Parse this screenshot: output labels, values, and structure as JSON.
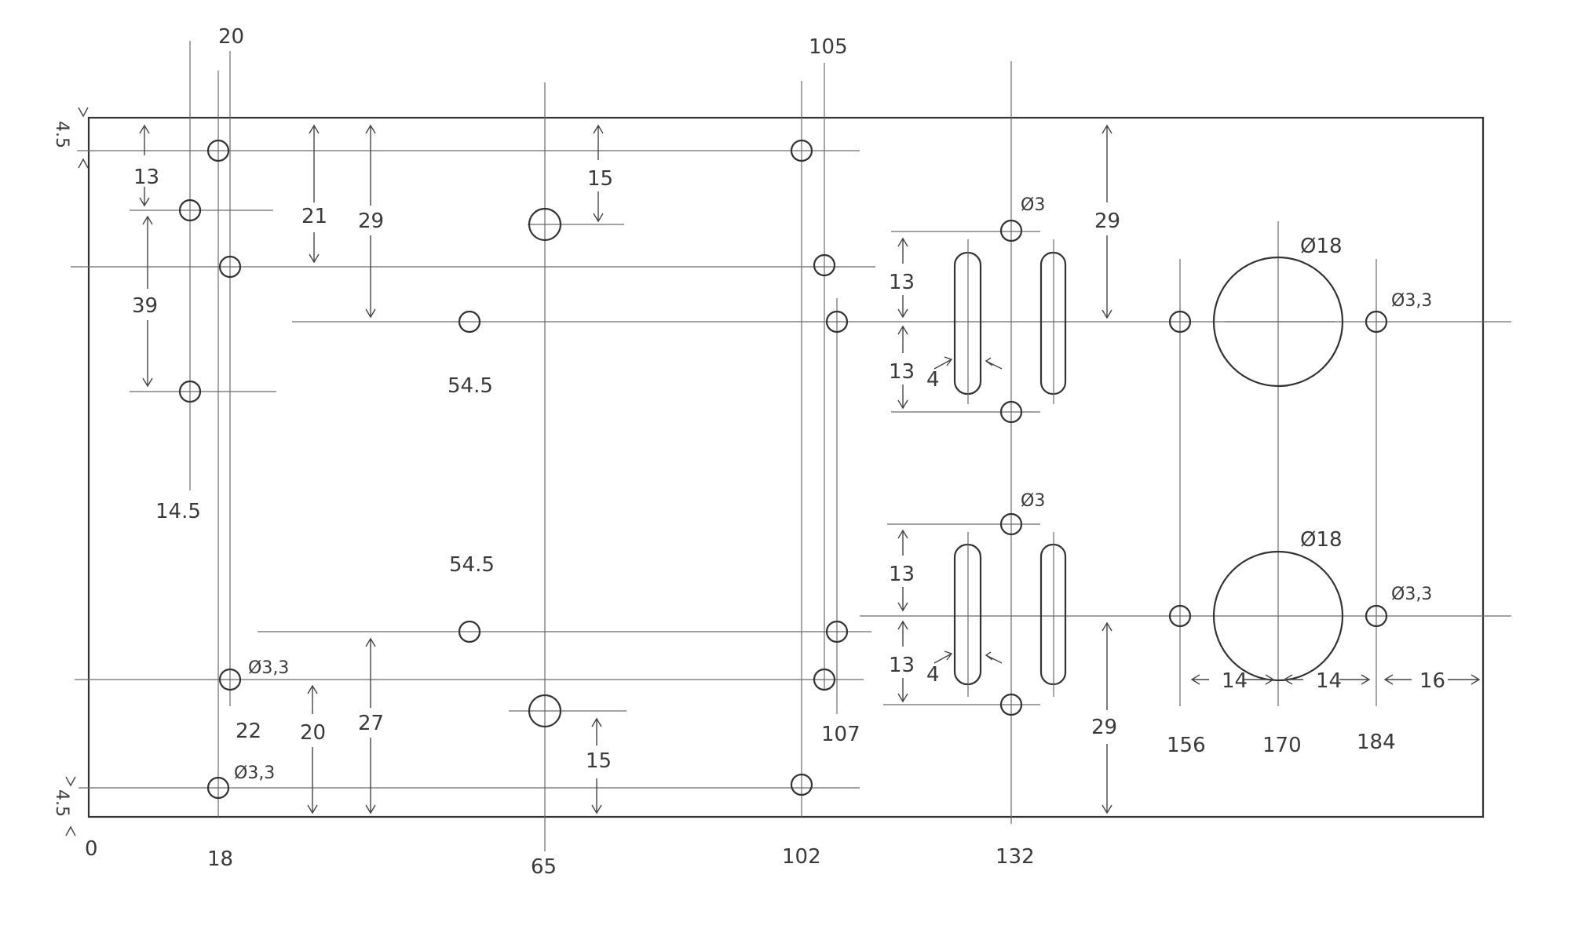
{
  "drawing": {
    "ink_color": "#333333",
    "paper_color": "#ffffff",
    "labels": {
      "origin": "0",
      "top_offset": "4.5",
      "bottom_offset": "4.5",
      "x_20": "20",
      "x_105": "105",
      "x_14_5": "14.5",
      "x_54_5_top": "54.5",
      "x_54_5_bottom": "54.5",
      "x_22": "22",
      "x_107": "107",
      "x_18": "18",
      "x_65": "65",
      "x_102": "102",
      "x_132": "132",
      "x_156": "156",
      "x_170": "170",
      "x_184": "184",
      "dim_13_left": "13",
      "dim_39": "39",
      "dim_21": "21",
      "dim_29_left": "29",
      "dim_15_top": "15",
      "dim_29_right_top": "29",
      "dim_20": "20",
      "dim_27": "27",
      "dim_15_bottom": "15",
      "dim_29_right_bottom": "29",
      "slot_top_13a": "13",
      "slot_top_13b": "13",
      "slot_top_width": "4",
      "slot_bottom_13a": "13",
      "slot_bottom_13b": "13",
      "slot_bottom_width": "4",
      "dia_3_top": "Ø3",
      "dia_3_bottom": "Ø3",
      "dia_18_top": "Ø18",
      "dia_18_bottom": "Ø18",
      "dia_3_3_right_top": "Ø3,3",
      "dia_3_3_right_bottom": "Ø3,3",
      "dia_3_3_left_mid": "Ø3,3",
      "dia_3_3_left_bottom": "Ø3,3",
      "span_14_left": "14",
      "span_14_right": "14",
      "span_16": "16"
    }
  }
}
